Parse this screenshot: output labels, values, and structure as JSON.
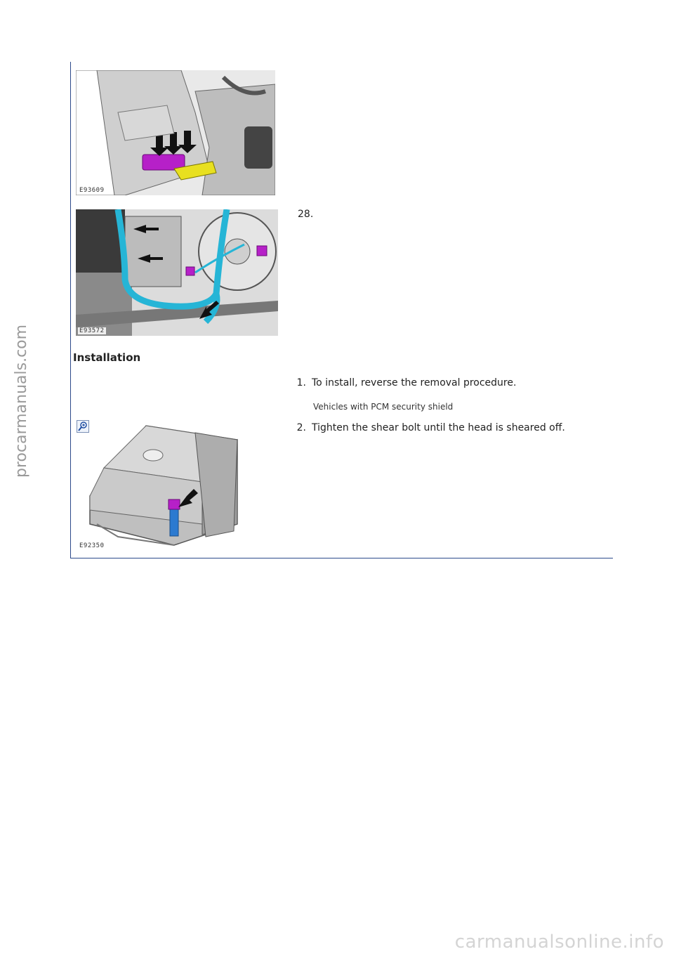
{
  "figures": [
    {
      "id": "E93609"
    },
    {
      "id": "E93572"
    },
    {
      "id": "E92350"
    }
  ],
  "step_28_label": "28.",
  "installation": {
    "heading": "Installation",
    "steps": [
      {
        "number": "1.",
        "text": "To install, reverse the removal procedure."
      },
      {
        "number": "2.",
        "text": "Tighten the shear bolt until the head is sheared off."
      }
    ],
    "note": "Vehicles with PCM security shield"
  },
  "watermarks": {
    "side": "procarmanuals.com",
    "bottom": "carmanualsonline.info"
  },
  "colors": {
    "rule": "#2c4a8a",
    "connector": "#b620c8",
    "harness": "#26b5d6",
    "yellow_component": "#e8e020"
  }
}
